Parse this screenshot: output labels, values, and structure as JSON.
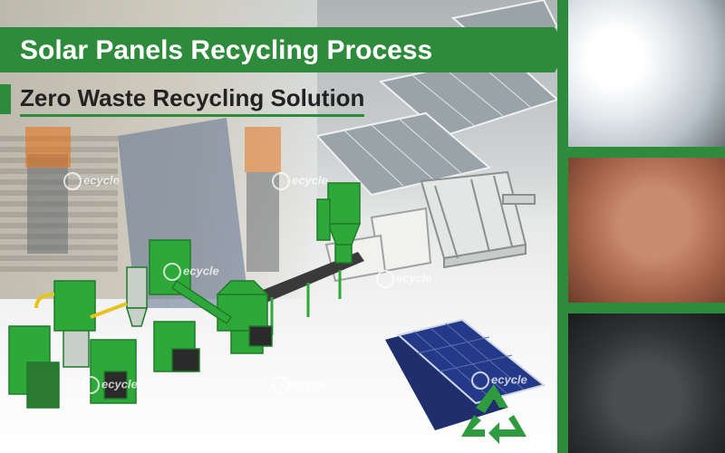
{
  "header": {
    "title": "Solar Panels Recycling Process",
    "subtitle": "Zero Waste Recycling Solution"
  },
  "watermark": "ecycle",
  "colors": {
    "brand_green": "#2e8b3c",
    "machine_green": "#2fa83a"
  },
  "materials": [
    "glass",
    "copper",
    "silicon"
  ],
  "icons": [
    "recycle-icon"
  ]
}
